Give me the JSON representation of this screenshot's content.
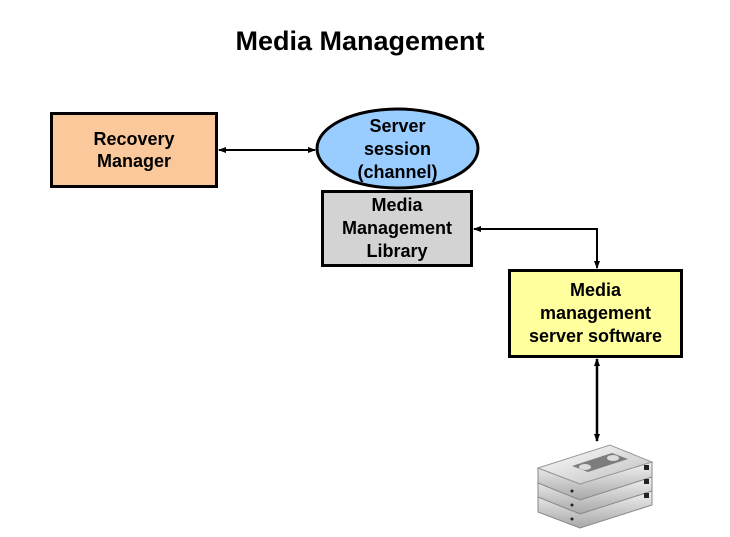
{
  "title": "Media Management",
  "nodes": {
    "recovery_manager": {
      "label": "Recovery\n Manager",
      "color": "#fbc89c"
    },
    "server_session": {
      "label": "Server\nsession\n(channel)",
      "color": "#99ccff"
    },
    "media_management_library": {
      "label": "Media\nManagement\n Library",
      "color": "#d3d3d3"
    },
    "media_management_server_software": {
      "label": "Media\nmanagement\nserver software",
      "color": "#ffff9e"
    },
    "tape_storage": {
      "label": ""
    }
  },
  "edges": [
    {
      "from": "recovery_manager",
      "to": "server_session",
      "direction": "both"
    },
    {
      "from": "media_management_server_software",
      "to": "media_management_library",
      "direction": "both"
    },
    {
      "from": "media_management_server_software",
      "to": "tape_storage",
      "direction": "both"
    }
  ]
}
